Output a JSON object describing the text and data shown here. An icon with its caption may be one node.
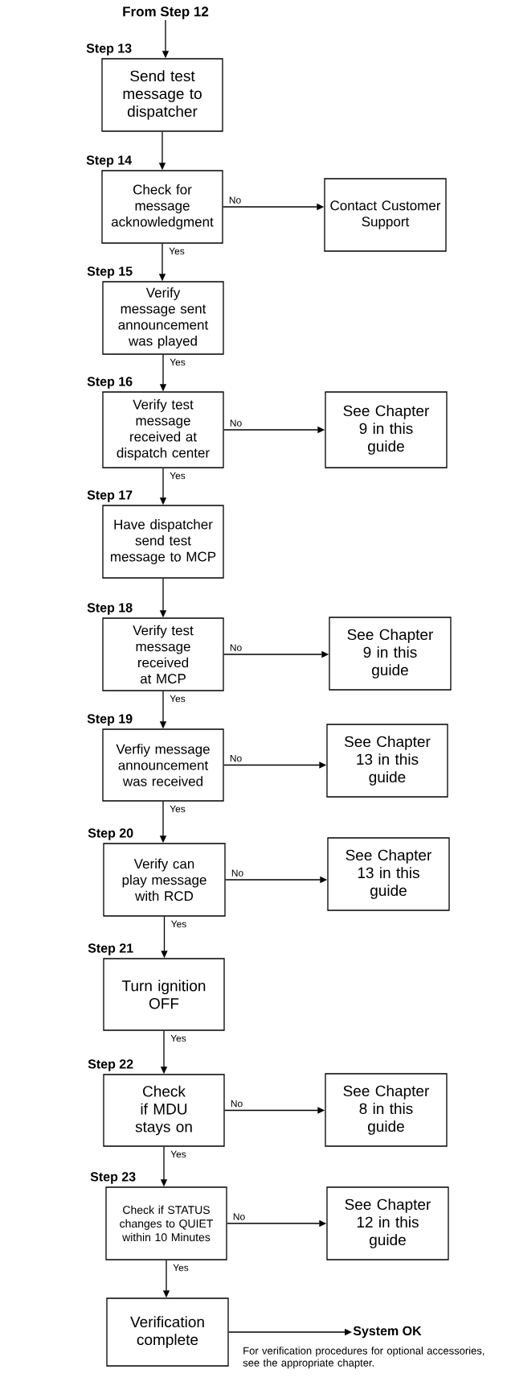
{
  "diagram": {
    "nodes": [
      {
        "text": [
          "From Step 12"
        ]
      },
      {
        "text": [
          "Send test message to dispatcher"
        ],
        "beside": [
          "Step 13"
        ]
      },
      {
        "text": [
          "Check for message acknowledgment"
        ],
        "beside": [
          "Step 14"
        ]
      },
      {
        "text": [
          "Contact Customer Support"
        ]
      },
      {
        "text": [
          "Verify message sent announcement was played"
        ],
        "beside": [
          "Step 15"
        ]
      },
      {
        "text": [
          "Verify test message received at dispatch center"
        ],
        "beside": [
          "Step 16"
        ]
      },
      {
        "text": [
          "See Chapter 9 in this guide"
        ]
      },
      {
        "text": [
          "Have dispatcher send test message to MCP"
        ],
        "beside": [
          "Step 17"
        ]
      },
      {
        "text": [
          "Verify test message received at MCP"
        ],
        "beside": [
          "Step 18"
        ]
      },
      {
        "text": [
          "See Chapter 9 in this guide"
        ]
      },
      {
        "text": [
          "Verfiy message announcement was received"
        ],
        "beside": [
          "Step 19"
        ]
      },
      {
        "text": [
          "See Chapter 13 in this guide"
        ]
      },
      {
        "text": [
          "Verify can play message with RCD"
        ],
        "beside": [
          "Step 20"
        ]
      },
      {
        "text": [
          "See Chapter 13 in this guide"
        ]
      },
      {
        "text": [
          "Turn ignition OFF"
        ],
        "beside": [
          "Step 21"
        ]
      },
      {
        "text": [
          "Check if MDU stays on"
        ],
        "beside": [
          "Step 22"
        ]
      },
      {
        "text": [
          "See Chapter 8 in this guide"
        ]
      },
      {
        "text": [
          "Check if STATUS changes to QUIET within 10 Minutes"
        ],
        "beside": [
          "Step 23"
        ]
      },
      {
        "text": [
          "See Chapter 12 in this guide"
        ]
      },
      {
        "text": [
          "Verification complete"
        ]
      },
      {
        "text": [
          "System OK"
        ],
        "beside": [
          "For verification procedures for optional accessories, see the appropriate chapter."
        ]
      }
    ],
    "edges": [
      {
        "from": 0,
        "to": 1,
        "arrow": "to"
      },
      {
        "from": 1,
        "to": 2,
        "arrow": "to"
      },
      {
        "from": 2,
        "to": 3,
        "arrow": "to",
        "label": "No"
      },
      {
        "from": 2,
        "to": 4,
        "arrow": "to",
        "label": "Yes"
      },
      {
        "from": 4,
        "to": 5,
        "arrow": "to",
        "label": "Yes"
      },
      {
        "from": 5,
        "to": 6,
        "arrow": "to",
        "label": "No"
      },
      {
        "from": 5,
        "to": 7,
        "arrow": "to",
        "label": "Yes"
      },
      {
        "from": 7,
        "to": 8,
        "arrow": "to"
      },
      {
        "from": 8,
        "to": 9,
        "arrow": "to",
        "label": "No"
      },
      {
        "from": 8,
        "to": 10,
        "arrow": "to",
        "label": "Yes"
      },
      {
        "from": 10,
        "to": 11,
        "arrow": "to",
        "label": "No"
      },
      {
        "from": 10,
        "to": 12,
        "arrow": "to",
        "label": "Yes"
      },
      {
        "from": 12,
        "to": 13,
        "arrow": "to",
        "label": "No"
      },
      {
        "from": 12,
        "to": 14,
        "arrow": "to",
        "label": "Yes"
      },
      {
        "from": 14,
        "to": 15,
        "arrow": "to",
        "label": "Yes"
      },
      {
        "from": 15,
        "to": 16,
        "arrow": "to",
        "label": "No"
      },
      {
        "from": 15,
        "to": 17,
        "arrow": "to",
        "label": "Yes"
      },
      {
        "from": 17,
        "to": 18,
        "arrow": "to",
        "label": "No"
      },
      {
        "from": 17,
        "to": 19,
        "arrow": "to",
        "label": "Yes"
      },
      {
        "from": 19,
        "to": 20,
        "arrow": "to"
      }
    ]
  }
}
